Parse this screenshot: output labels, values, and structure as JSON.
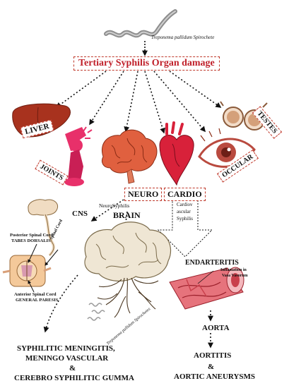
{
  "organism": "Treponema pallidum Spirochete",
  "title": "Tertiary Syphilis Organ damage",
  "organs": {
    "liver": "LIVER",
    "joints": "JOINTS",
    "testes": "TESTES",
    "occular": "OCCULAR"
  },
  "branches": {
    "neuro": "NEURO",
    "cardio": "CARDIO"
  },
  "neuro": {
    "cns": "CNS",
    "neurosyphilis": "NeuroSyphilis",
    "brain": "BRAIN",
    "spinal_cord": "Spinal Cord",
    "posterior": "Posterior Spinal Cord",
    "tabes": "TABES DORSALIS",
    "anterior": "Anterior Spinal Cord",
    "paresis": "GENERAL PARESIS",
    "spirochetes": "Treponema pallidum Spirochetes"
  },
  "cardio": {
    "cardiovascular_1": "Cardiov",
    "cardiovascular_2": "ascular",
    "cardiovascular_3": "Syphilis",
    "endarteritis": "ENDARTERITIS",
    "inflammation_1": "Inflamation in",
    "inflammation_2": "Vasa Vasorum",
    "aorta": "AORTA",
    "aortitis": "AORTITIS",
    "amp": "&",
    "aneurysms": "AORTIC ANEURYSMS"
  },
  "outcomes": {
    "line1": "SYPHILITIC MENINGITIS,",
    "line2": "MENINGO VASCULAR",
    "amp": "&",
    "line3": "CEREBRO SYPHILITIC GUMMA"
  },
  "colors": {
    "accent_red": "#c0202a",
    "liver": "#a8321e",
    "joints": "#e8306a",
    "brain_pink": "#e0603f",
    "heart": "#d8213a",
    "eye_iris": "#b94a3f",
    "testes": "#d4a07a",
    "spirochete": "#9c9c9c"
  }
}
